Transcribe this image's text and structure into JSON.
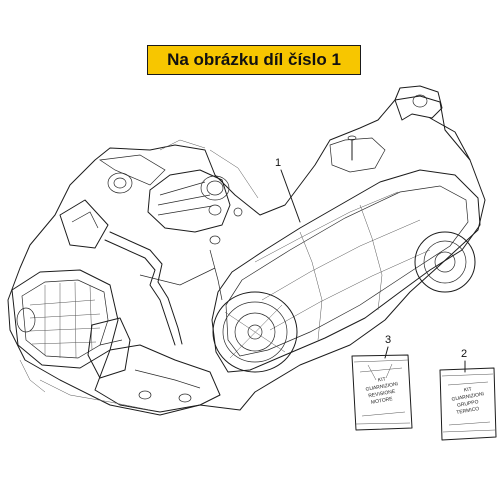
{
  "banner": {
    "text": "Na obrázku díl číslo 1",
    "background_color": "#f7c600"
  },
  "callouts": {
    "part1": "1",
    "part2": "2",
    "part3": "3"
  },
  "bags": {
    "left": [
      "KIT",
      "GUARNIZIONI",
      "REVISIONE",
      "MOTORE"
    ],
    "right": [
      "KIT",
      "GUARNIZIONI",
      "GRUPPO",
      "TERMICO"
    ]
  }
}
